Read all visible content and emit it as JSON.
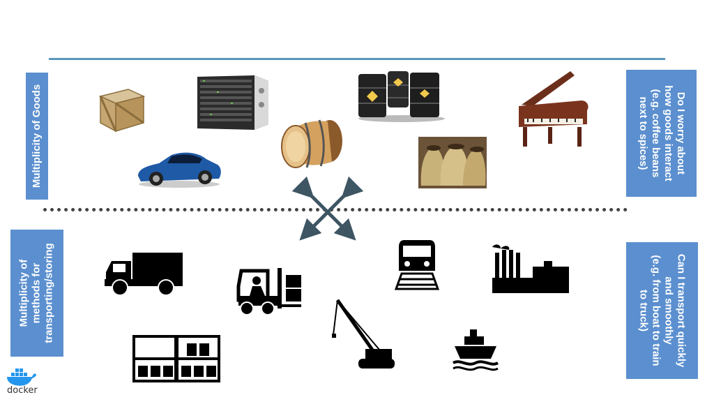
{
  "colors": {
    "accent_blue": "#5b8fcf",
    "rule_blue": "#5a96b8",
    "arrow": "#3e5563",
    "silhouette": "#000000",
    "docker_blue": "#2496ed"
  },
  "labels": {
    "goods": "Multiplicity of Goods",
    "methods": "Multiplicity of\nmethods for\ntransporting/storing",
    "interact": "Do I worry about\nhow goods interact\n(e.g. coffee beans\nnext to spices)",
    "transport": "Can I transport quickly\nand smoothly\n(e.g. from boat to train\nto truck)"
  },
  "logo": {
    "text": "docker",
    "icon": "docker-whale-icon"
  },
  "goods": [
    {
      "name": "wooden-crate-icon"
    },
    {
      "name": "server-rack-icon"
    },
    {
      "name": "barrel-icon"
    },
    {
      "name": "oil-drums-icon"
    },
    {
      "name": "grand-piano-icon"
    },
    {
      "name": "sports-car-icon"
    },
    {
      "name": "coffee-sacks-icon"
    }
  ],
  "methods": [
    {
      "name": "truck-icon"
    },
    {
      "name": "forklift-icon"
    },
    {
      "name": "train-icon"
    },
    {
      "name": "factory-icon"
    },
    {
      "name": "warehouse-racks-icon"
    },
    {
      "name": "crane-icon"
    },
    {
      "name": "ship-icon"
    }
  ]
}
